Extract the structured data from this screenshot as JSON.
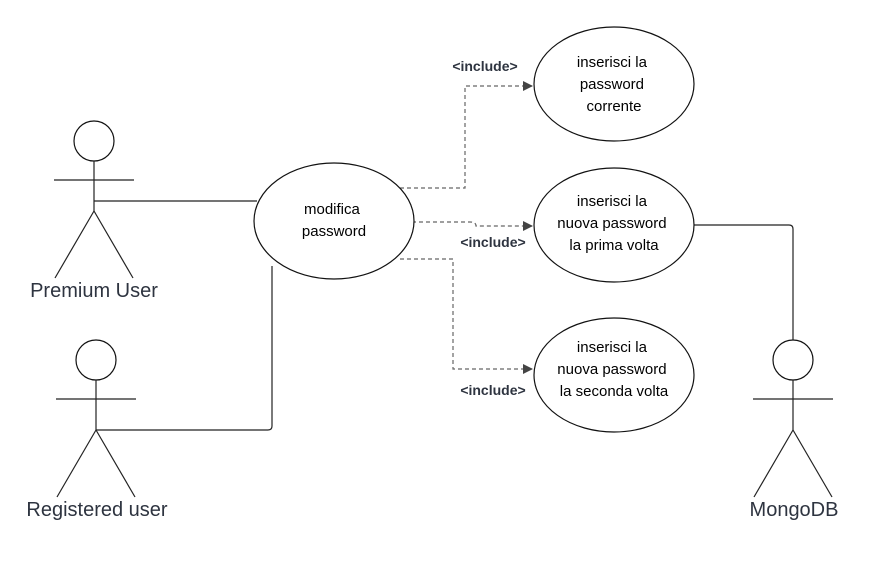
{
  "actors": {
    "premium_user": "Premium User",
    "registered_user": "Registered user",
    "mongodb": "MongoDB"
  },
  "use_cases": {
    "modifica_password": [
      "modifica",
      "password"
    ],
    "password_corrente": [
      "inserisci la",
      "password",
      "corrente"
    ],
    "nuova_prima": [
      "inserisci la",
      "nuova password",
      "la prima volta"
    ],
    "nuova_seconda": [
      "inserisci la",
      "nuova password",
      "la seconda volta"
    ]
  },
  "relations": {
    "include_1": "<include>",
    "include_2": "<include>",
    "include_3": "<include>"
  }
}
